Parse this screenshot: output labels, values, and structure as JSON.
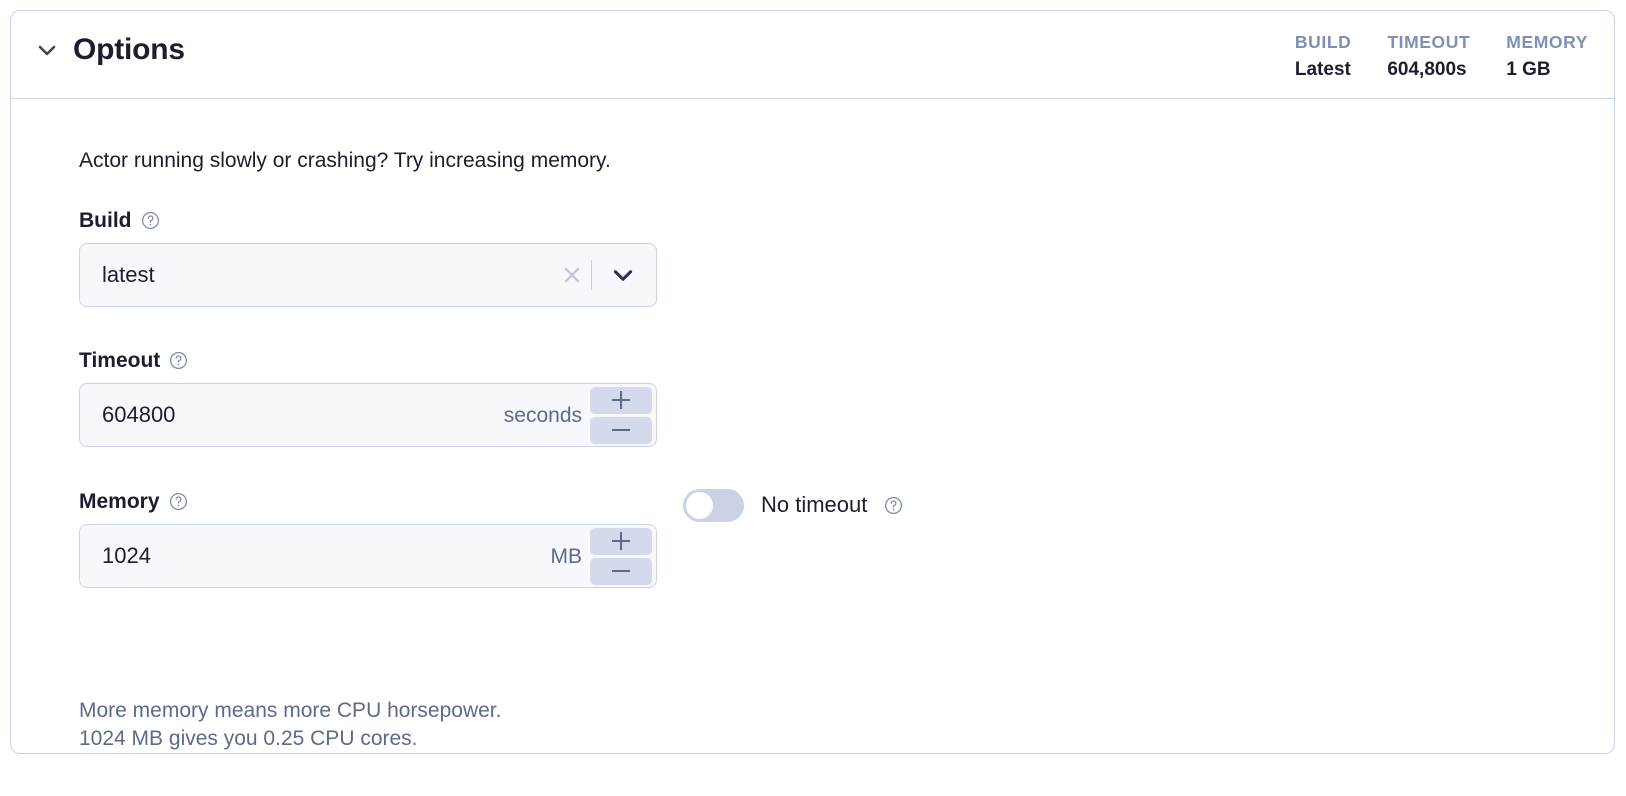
{
  "panel": {
    "title": "Options",
    "collapse_icon": "chevron-down-icon",
    "intro_text": "Actor running slowly or crashing? Try increasing memory."
  },
  "header_stats": [
    {
      "label": "BUILD",
      "value": "Latest"
    },
    {
      "label": "TIMEOUT",
      "value": "604,800s"
    },
    {
      "label": "MEMORY",
      "value": "1 GB"
    }
  ],
  "fields": {
    "build": {
      "label": "Build",
      "help_icon": "question-circle-icon",
      "value": "latest",
      "clear_icon": "close-icon",
      "dropdown_icon": "chevron-down-icon"
    },
    "timeout": {
      "label": "Timeout",
      "help_icon": "question-circle-icon",
      "value": "604800",
      "unit": "seconds",
      "increment_icon": "plus-icon",
      "decrement_icon": "minus-icon"
    },
    "memory": {
      "label": "Memory",
      "help_icon": "question-circle-icon",
      "value": "1024",
      "unit": "MB",
      "increment_icon": "plus-icon",
      "decrement_icon": "minus-icon"
    }
  },
  "no_timeout": {
    "label": "No timeout",
    "help_icon": "question-circle-icon",
    "enabled": false
  },
  "helper_text": {
    "line1": "More memory means more CPU horsepower.",
    "line2": "1024 MB gives you 0.25 CPU cores."
  },
  "colors": {
    "card_border": "#ccd3e8",
    "field_background": "#f7f8fc",
    "text_primary": "#1b1e2e",
    "text_muted": "#5d6a8c",
    "stat_label": "#828fb4",
    "stepper_fill": "#d4daec",
    "toggle_track": "#ccd2e6"
  }
}
